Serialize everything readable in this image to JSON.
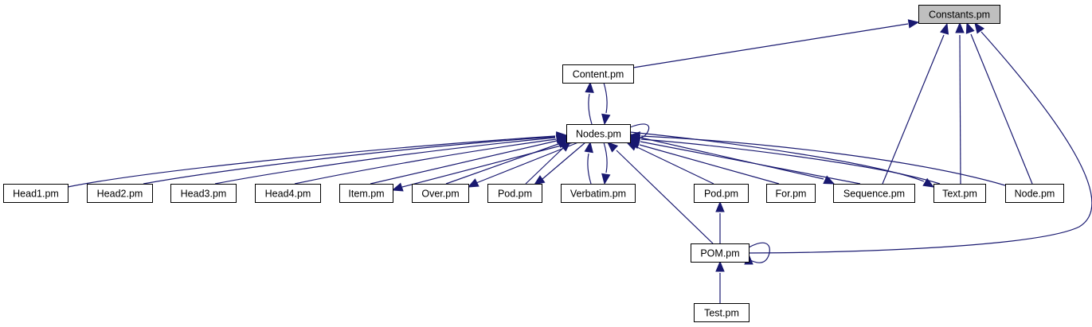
{
  "graph": {
    "nodes": [
      {
        "id": "constants",
        "label": "Constants.pm",
        "current": true
      },
      {
        "id": "content",
        "label": "Content.pm"
      },
      {
        "id": "nodes",
        "label": "Nodes.pm"
      },
      {
        "id": "head1",
        "label": "Head1.pm"
      },
      {
        "id": "head2",
        "label": "Head2.pm"
      },
      {
        "id": "head3",
        "label": "Head3.pm"
      },
      {
        "id": "head4",
        "label": "Head4.pm"
      },
      {
        "id": "item",
        "label": "Item.pm"
      },
      {
        "id": "over",
        "label": "Over.pm"
      },
      {
        "id": "pod1",
        "label": "Pod.pm"
      },
      {
        "id": "verbatim",
        "label": "Verbatim.pm"
      },
      {
        "id": "pod2",
        "label": "Pod.pm"
      },
      {
        "id": "for",
        "label": "For.pm"
      },
      {
        "id": "sequence",
        "label": "Sequence.pm"
      },
      {
        "id": "text",
        "label": "Text.pm"
      },
      {
        "id": "node",
        "label": "Node.pm"
      },
      {
        "id": "pom",
        "label": "POM.pm"
      },
      {
        "id": "test",
        "label": "Test.pm"
      }
    ],
    "edges": [
      {
        "from": "content",
        "to": "constants"
      },
      {
        "from": "sequence",
        "to": "constants"
      },
      {
        "from": "text",
        "to": "constants"
      },
      {
        "from": "node",
        "to": "constants"
      },
      {
        "from": "pom",
        "to": "constants"
      },
      {
        "from": "nodes",
        "to": "content"
      },
      {
        "from": "content",
        "to": "nodes"
      },
      {
        "from": "nodes",
        "to": "nodes"
      },
      {
        "from": "head1",
        "to": "nodes"
      },
      {
        "from": "head2",
        "to": "nodes"
      },
      {
        "from": "head3",
        "to": "nodes"
      },
      {
        "from": "head4",
        "to": "nodes"
      },
      {
        "from": "item",
        "to": "nodes"
      },
      {
        "from": "nodes",
        "to": "item"
      },
      {
        "from": "over",
        "to": "nodes"
      },
      {
        "from": "nodes",
        "to": "over"
      },
      {
        "from": "pod1",
        "to": "nodes"
      },
      {
        "from": "nodes",
        "to": "pod1"
      },
      {
        "from": "verbatim",
        "to": "nodes"
      },
      {
        "from": "nodes",
        "to": "verbatim"
      },
      {
        "from": "pom",
        "to": "nodes"
      },
      {
        "from": "pod2",
        "to": "nodes"
      },
      {
        "from": "for",
        "to": "nodes"
      },
      {
        "from": "sequence",
        "to": "nodes"
      },
      {
        "from": "nodes",
        "to": "sequence"
      },
      {
        "from": "text",
        "to": "nodes"
      },
      {
        "from": "nodes",
        "to": "text"
      },
      {
        "from": "node",
        "to": "nodes"
      },
      {
        "from": "pom",
        "to": "pod2"
      },
      {
        "from": "pom",
        "to": "pom"
      },
      {
        "from": "test",
        "to": "pom"
      }
    ]
  },
  "colors": {
    "edge": "#191970",
    "current_node_fill": "#bfbfbf",
    "node_border": "#000000"
  }
}
